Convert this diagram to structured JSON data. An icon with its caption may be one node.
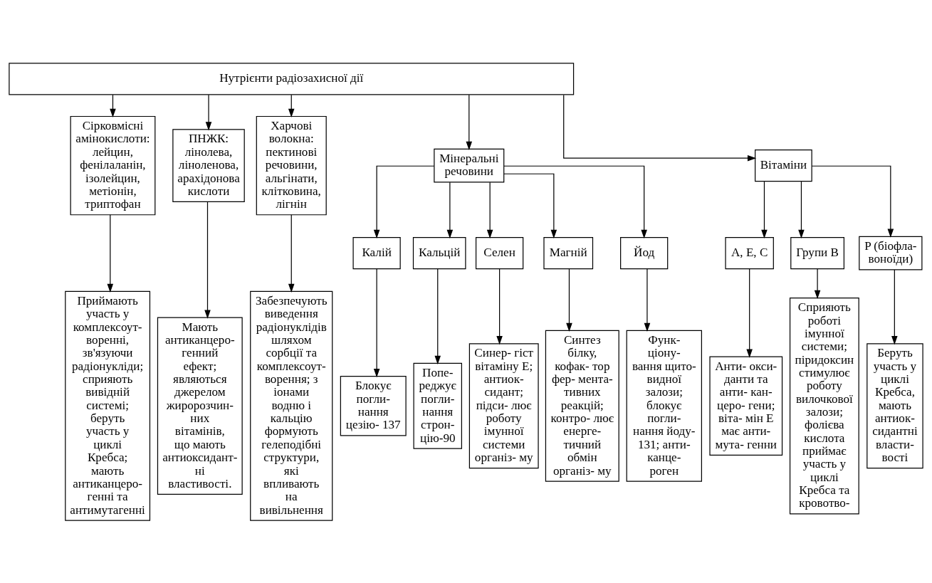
{
  "diagram": {
    "nodes": [
      {
        "text": [
          "Нутрієнти радіозахисної дії"
        ]
      },
      {
        "text": [
          "Сірковмісні амінокислоти: лейцин, фенілаланін, ізолейцин, метіонін, триптофан"
        ]
      },
      {
        "text": [
          "ПНЖК: лінолева, ліноленова, арахідонова кислоти"
        ]
      },
      {
        "text": [
          "Харчові волокна: пектинові речовини, альгінати, клітковина, лігнін"
        ]
      },
      {
        "text": [
          "Мінеральні речовини"
        ]
      },
      {
        "text": [
          "Вітаміни"
        ]
      },
      {
        "text": [
          "Калій"
        ]
      },
      {
        "text": [
          "Кальцій"
        ]
      },
      {
        "text": [
          "Селен"
        ]
      },
      {
        "text": [
          "Магній"
        ]
      },
      {
        "text": [
          "Йод"
        ]
      },
      {
        "text": [
          "A, E, C"
        ]
      },
      {
        "text": [
          "Групи В"
        ]
      },
      {
        "text": [
          "P (біофла- воноїди)"
        ]
      },
      {
        "text": [
          "Приймають участь у комплексоут- воренні, зв'язуючи радіонукліди; сприяють вивідній системі; беруть участь у циклі Кребса; мають антиканцеро- генні та антимутагенні"
        ]
      },
      {
        "text": [
          "Мають антиканцеро- генний ефект; являються джерелом жиророзчин- них вітамінів, що мають антиоксидант- ні властивості."
        ]
      },
      {
        "text": [
          "Забезпечують виведення радіонуклідів шляхом сорбції та комплексоут- ворення; з іонами водню і кальцію формують гелеподібні структури, які впливають на вивільнення"
        ]
      },
      {
        "text": [
          "Блокує погли- нання цезію- 137"
        ]
      },
      {
        "text": [
          "Попе- реджує погли- нання строн- цію-90"
        ]
      },
      {
        "text": [
          "Синер- гіст вітаміну Е; антиок- сидант; підси- лює роботу імунної системи організ- му"
        ]
      },
      {
        "text": [
          "Синтез білку, кофак- тор фер- мента- тивних реакцій; контро- лює енерге- тичний обмін організ- му"
        ]
      },
      {
        "text": [
          "Функ- ціону- вання щито- видної залози; блокує погли- нання йоду- 131; анти- канце- роген"
        ]
      },
      {
        "text": [
          "Анти- окси- данти та анти- кан- церо- гени; віта- мін Е має анти- мута- генни"
        ]
      },
      {
        "text": [
          "Сприяють роботі імунної системи; піридоксин стимулює роботу вилочкової залози; фолієва кислота приймає участь у циклі Кребса та кровотво-"
        ]
      },
      {
        "text": [
          "Беруть участь у циклі Кребса, мають антиок- сидантні власти- вості"
        ]
      }
    ],
    "edges": [
      {
        "from": 0,
        "to": 1,
        "arrow": "to"
      },
      {
        "from": 0,
        "to": 2,
        "arrow": "to"
      },
      {
        "from": 0,
        "to": 3,
        "arrow": "to"
      },
      {
        "from": 0,
        "to": 4,
        "arrow": "to"
      },
      {
        "from": 0,
        "to": 5,
        "arrow": "to"
      },
      {
        "from": 1,
        "to": 14,
        "arrow": "to"
      },
      {
        "from": 2,
        "to": 15,
        "arrow": "to"
      },
      {
        "from": 3,
        "to": 16,
        "arrow": "to"
      },
      {
        "from": 4,
        "to": 6,
        "arrow": "to"
      },
      {
        "from": 4,
        "to": 7,
        "arrow": "to"
      },
      {
        "from": 4,
        "to": 8,
        "arrow": "to"
      },
      {
        "from": 4,
        "to": 9,
        "arrow": "to"
      },
      {
        "from": 4,
        "to": 10,
        "arrow": "to"
      },
      {
        "from": 5,
        "to": 11,
        "arrow": "to"
      },
      {
        "from": 5,
        "to": 12,
        "arrow": "to"
      },
      {
        "from": 5,
        "to": 13,
        "arrow": "to"
      },
      {
        "from": 6,
        "to": 17,
        "arrow": "to"
      },
      {
        "from": 7,
        "to": 18,
        "arrow": "to"
      },
      {
        "from": 8,
        "to": 19,
        "arrow": "to"
      },
      {
        "from": 9,
        "to": 20,
        "arrow": "to"
      },
      {
        "from": 10,
        "to": 21,
        "arrow": "to"
      },
      {
        "from": 11,
        "to": 22,
        "arrow": "to"
      },
      {
        "from": 12,
        "to": 23,
        "arrow": "to"
      },
      {
        "from": 13,
        "to": 24,
        "arrow": "to"
      }
    ]
  }
}
